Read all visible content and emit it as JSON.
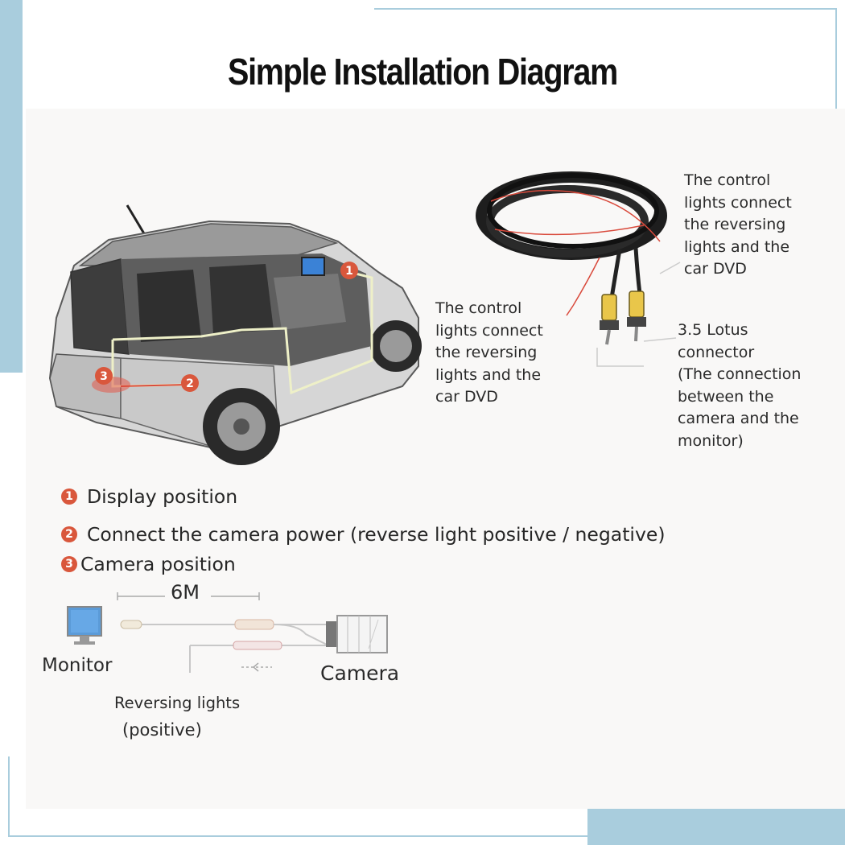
{
  "title": "Simple Installation Diagram",
  "callouts": {
    "top_right": [
      "The control",
      "lights connect",
      "the reversing",
      "lights and the",
      "car DVD"
    ],
    "middle": [
      "The control",
      "lights connect",
      "the reversing",
      "lights and the",
      "car DVD"
    ],
    "lotus": [
      "3.5 Lotus",
      "connector",
      "(The connection",
      "between the",
      "camera and the",
      "monitor)"
    ]
  },
  "car_markers": [
    "1",
    "2",
    "3"
  ],
  "legend": [
    {
      "number": "1",
      "text": "Display position"
    },
    {
      "number": "2",
      "text": "Connect the camera power (reverse light positive / negative)"
    },
    {
      "number": "3",
      "text": "Camera position"
    }
  ],
  "wiring": {
    "length_label": "6M",
    "monitor_label": "Monitor",
    "camera_label": "Camera",
    "reversing_label": "Reversing lights",
    "reversing_sub": "(positive)"
  },
  "colors": {
    "accent_blue": "#a9cddd",
    "badge_red": "#d9573c",
    "monitor_blue": "#5b9bd8",
    "rca_yellow": "#e9c64a"
  }
}
